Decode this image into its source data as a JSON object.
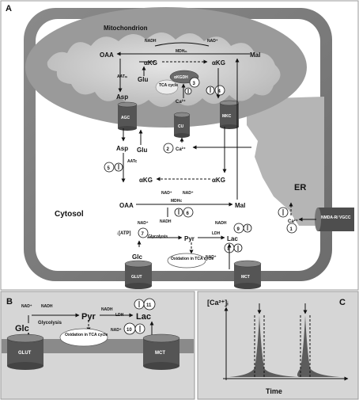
{
  "panel_a": {
    "letter": "A",
    "mitochondrion": "Mitochondrion",
    "cytosol": "Cytosol",
    "er": "ER",
    "oaa_mito": "OAA",
    "akg_mito_left": "αKG",
    "akg_mito_right": "αKG",
    "mal_mito": "Mal",
    "nadh_mito": "NADH",
    "nad_mito": "NAD⁺",
    "mdh_mito": "MDHₘ",
    "aat_mito": "AATₘ",
    "glu_mito": "Glu",
    "asp_mito": "Asp",
    "tca_label": "TCA cycle",
    "akgdh": "αKGDH",
    "ca_mito": "Ca²⁺",
    "agc": "AGC",
    "cu": "CU",
    "mkc": "MKC",
    "asp_cyto": "Asp",
    "glu_cyto": "Glu",
    "ca_cyto": "Ca²⁺",
    "aat_cyto": "AATc",
    "akg_cyto_left": "αKG",
    "akg_cyto_right": "αKG",
    "oaa_cyto": "OAA",
    "mal_cyto": "Mal",
    "nad_1": "NAD⁺",
    "nad_2": "NAD⁺",
    "nadh_1": "NADH",
    "mdh_cyto": "MDHc",
    "nad_3": "NAD⁺",
    "nadh_2": "NADH",
    "nadh_3": "NADH",
    "glycolysis": "Glycolysis",
    "atp": "↓[ATP]",
    "pyr": "Pyr",
    "lac": "Lac",
    "ldh": "LDH",
    "nad_4": "NAD⁺",
    "oxidation": "Oxidation in TCA cycle",
    "glc": "Glc",
    "glut": "GLUT",
    "mct": "MCT",
    "ca_er": "Ca²⁺",
    "nmda": "NMDA-R/ VGCC",
    "n1": "1",
    "n2": "2",
    "n3": "3",
    "n4": "4",
    "n5": "5",
    "n6": "6",
    "n7": "7",
    "n8": "8",
    "n9": "9"
  },
  "panel_b": {
    "letter": "B",
    "nad_1": "NAD⁺",
    "nadh_1": "NADH",
    "nadh_2": "NADH",
    "glycolysis": "Glycolysis",
    "pyr": "Pyr",
    "lac": "Lac",
    "ldh": "LDH",
    "nad_2": "NAD⁺",
    "glc": "Glc",
    "oxidation": "Oxidation in TCA cycle",
    "glut": "GLUT",
    "mct": "MCT",
    "n10": "10",
    "n11": "11"
  },
  "panel_c": {
    "letter": "C",
    "ylabel": "[Ca²⁺]ᵢ",
    "xlabel": "Time"
  }
}
